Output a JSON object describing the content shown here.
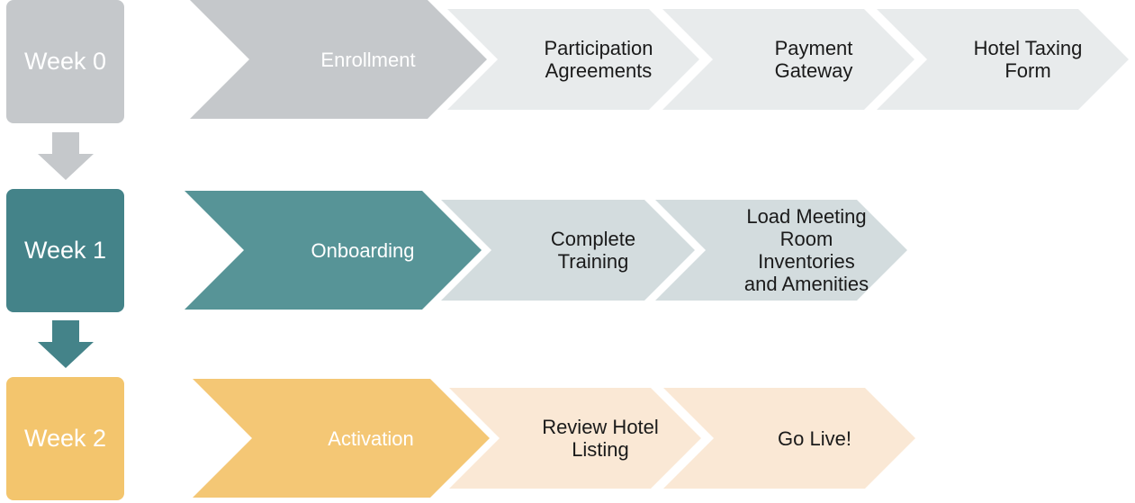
{
  "colors": {
    "week0": "#c5c8cb",
    "week0_light": "#e8ebec",
    "week1": "#448389",
    "week1_main": "#579497",
    "week1_light": "#d3dcde",
    "week2": "#f3c56d",
    "week2_main": "#f4c775",
    "week2_light": "#fae8d5"
  },
  "rows": [
    {
      "week": "Week 0",
      "phase": "Enrollment",
      "steps": [
        "Participation\nAgreements",
        "Payment\nGateway",
        "Hotel Taxing\nForm"
      ]
    },
    {
      "week": "Week 1",
      "phase": "Onboarding",
      "steps": [
        "Complete\nTraining",
        "Load Meeting\nRoom\nInventories\nand Amenities"
      ]
    },
    {
      "week": "Week 2",
      "phase": "Activation",
      "steps": [
        "Review Hotel\nListing",
        "Go Live!"
      ]
    }
  ]
}
